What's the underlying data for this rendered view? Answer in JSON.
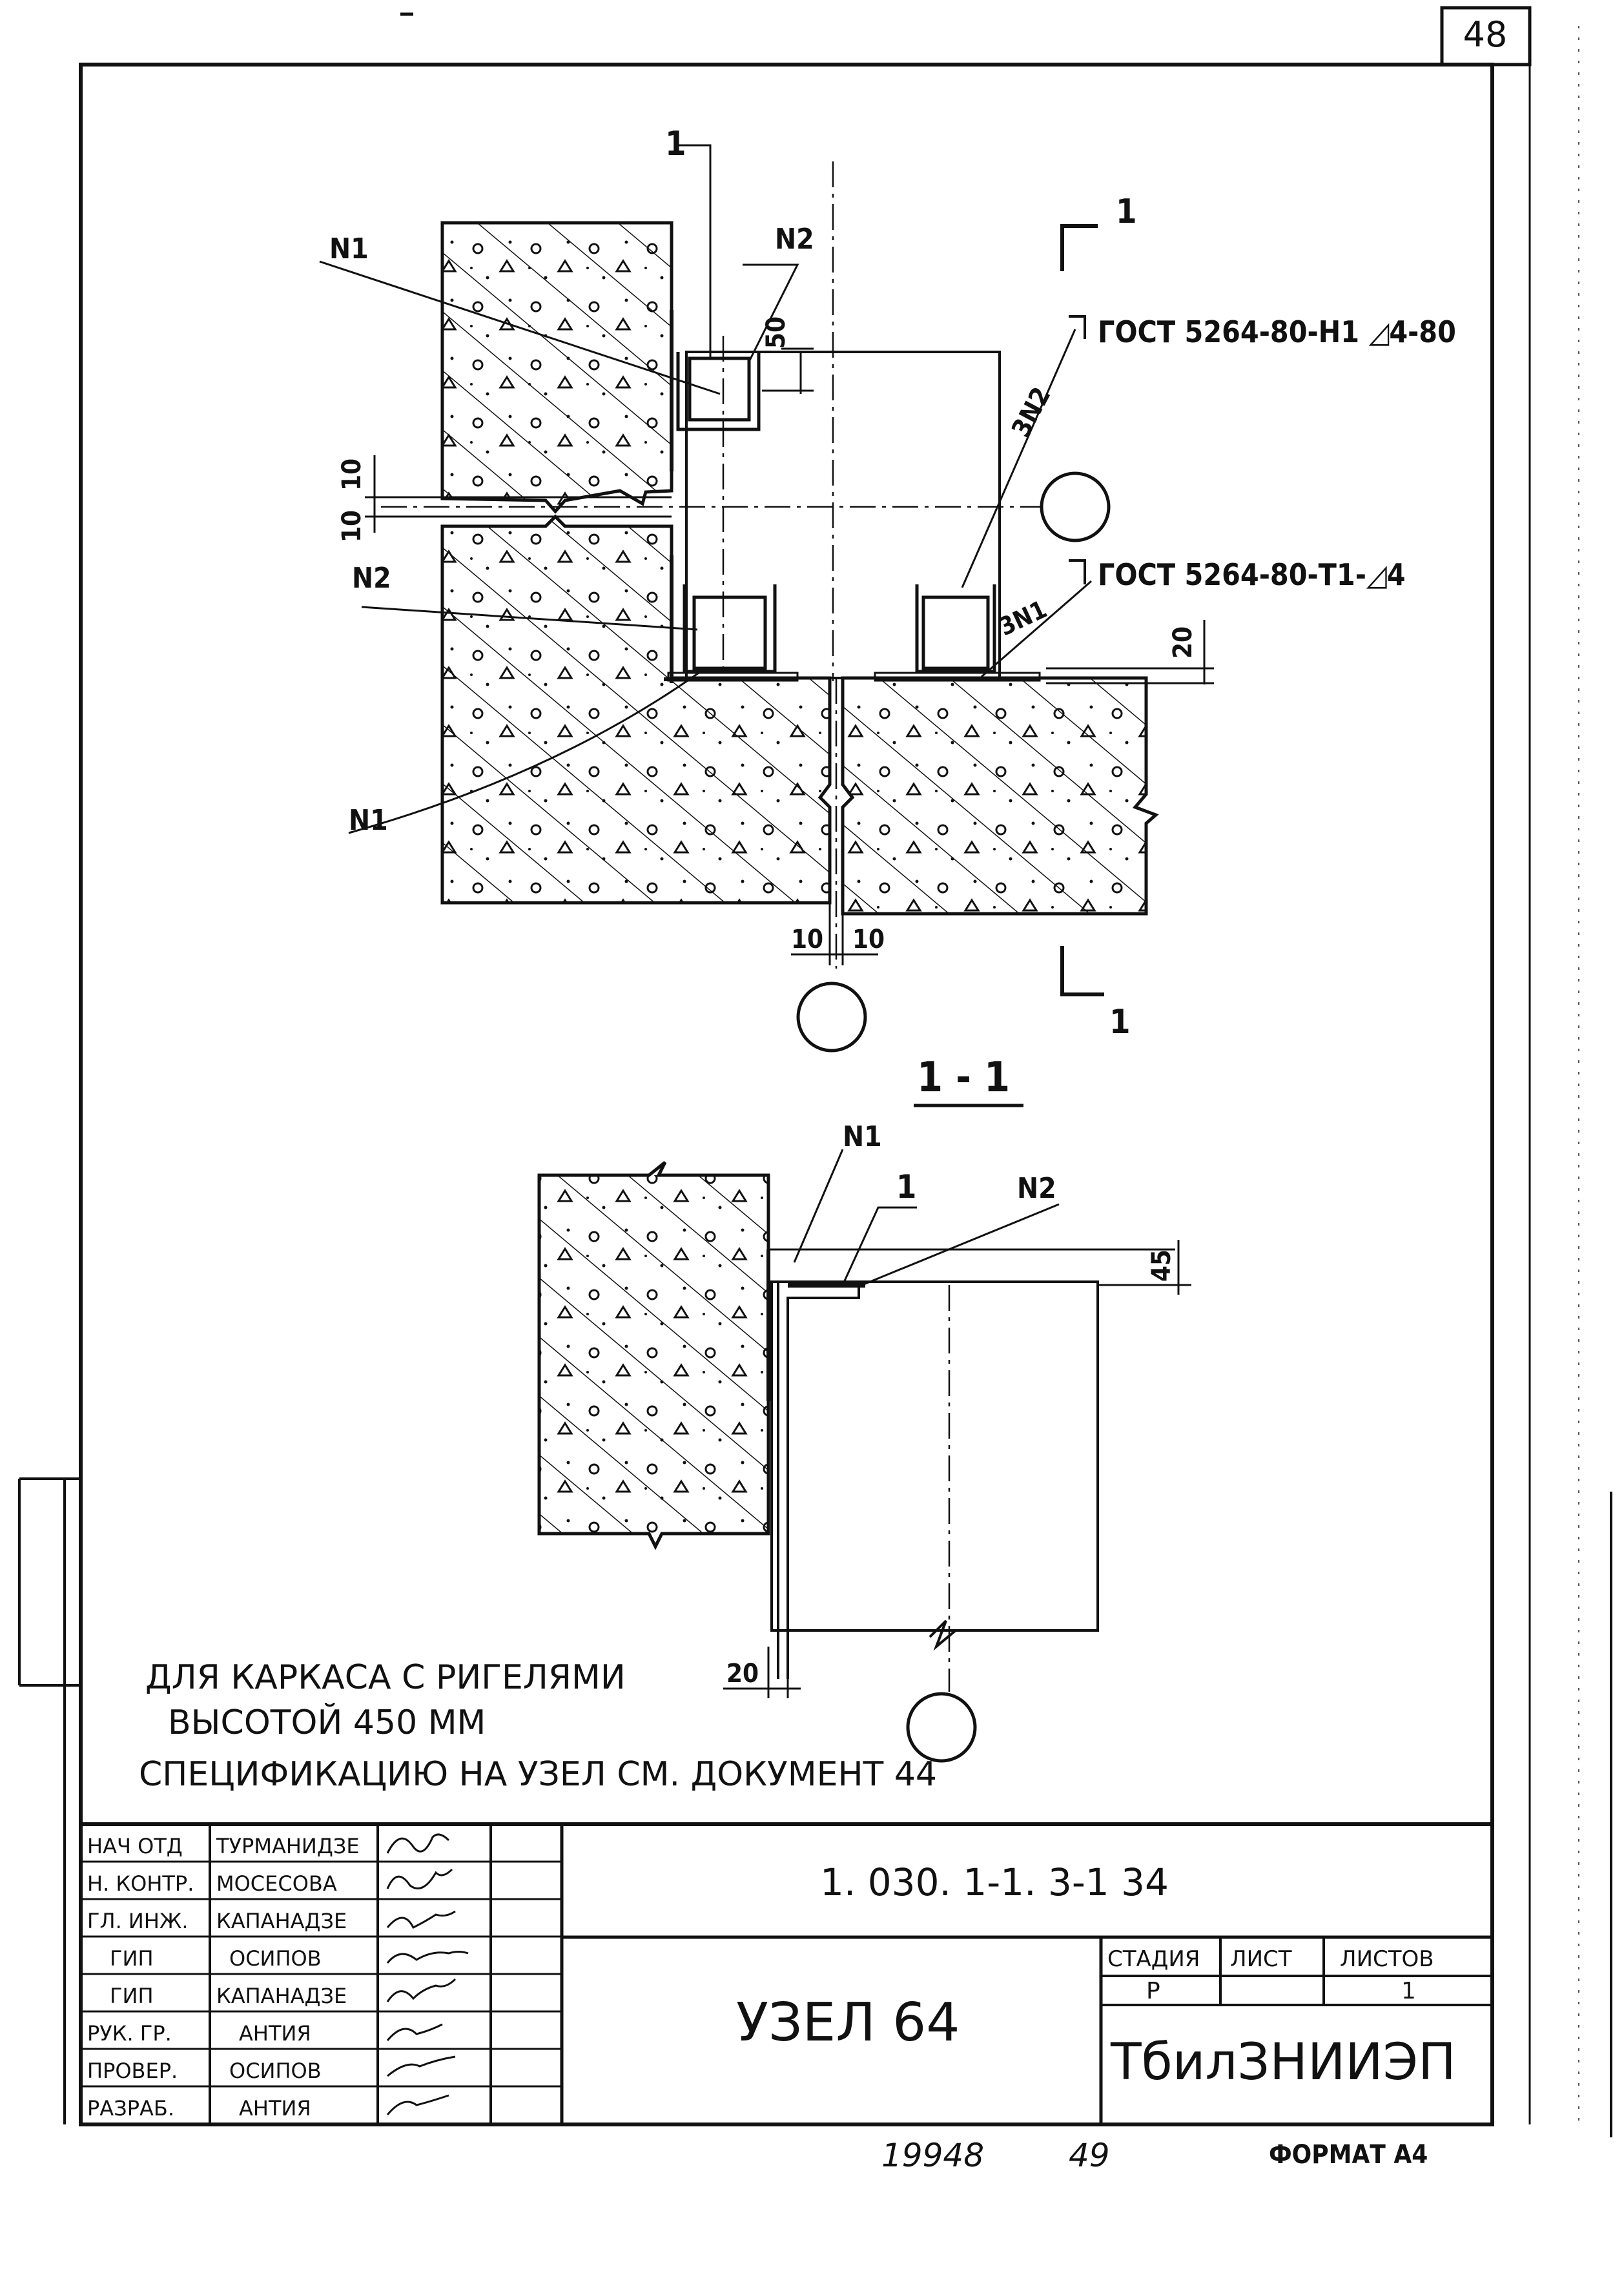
{
  "sheet": {
    "page_number": "48",
    "format": "ФОРМАТ А4",
    "inventory_number": "19948",
    "footer_number": "49"
  },
  "drawing": {
    "section_mark": "1",
    "section_title": "1 - 1",
    "weld_note_upper": "ГОСТ 5264-80-Н1 ◿4-80",
    "weld_note_lower": "ГОСТ 5264-80-Т1-◿4",
    "labels": {
      "n1_top": "N1",
      "n2_top": "N2",
      "n2_mid": "N2",
      "n1_bottom": "N1",
      "item1_top": "1",
      "weld_3n2": "3N2",
      "weld_3n1": "3N1",
      "sec_n1": "N1",
      "sec_1": "1",
      "sec_n2": "N2"
    },
    "dimensions": {
      "d50": "50",
      "d10a": "10",
      "d10b": "10",
      "d20": "20",
      "d10c": "10",
      "d10d": "10",
      "d45": "45",
      "d20b": "20"
    }
  },
  "notes": {
    "line1": "ДЛЯ КАРКАСА С РИГЕЛЯМИ",
    "line2": "ВЫСОТОЙ 450 ММ",
    "line3": "СПЕЦИФИКАЦИЮ НА УЗЕЛ СМ. ДОКУМЕНТ 44"
  },
  "title_block": {
    "roles": [
      {
        "role": "НАЧ ОТД",
        "name": "ТУРМАНИДЗЕ"
      },
      {
        "role": "Н. КОНТР.",
        "name": "МОСЕСОВА"
      },
      {
        "role": "ГЛ. ИНЖ.",
        "name": "КАПАНАДЗЕ"
      },
      {
        "role": "ГИП",
        "name": "ОСИПОВ"
      },
      {
        "role": "ГИП",
        "name": "КАПАНАДЗЕ"
      },
      {
        "role": "РУК. ГР.",
        "name": "АНТИЯ"
      },
      {
        "role": "ПРОВЕР.",
        "name": "ОСИПОВ"
      },
      {
        "role": "РАЗРАБ.",
        "name": "АНТИЯ"
      }
    ],
    "document_code": "1. 030. 1-1. 3-1  34",
    "node_title": "УЗЕЛ 64",
    "stage_header": "СТАДИЯ",
    "sheet_header": "ЛИСТ",
    "sheets_header": "ЛИСТОВ",
    "stage_value": "Р",
    "sheet_value": "",
    "sheets_value": "1",
    "organization": "ТбилЗНИИЭП"
  }
}
